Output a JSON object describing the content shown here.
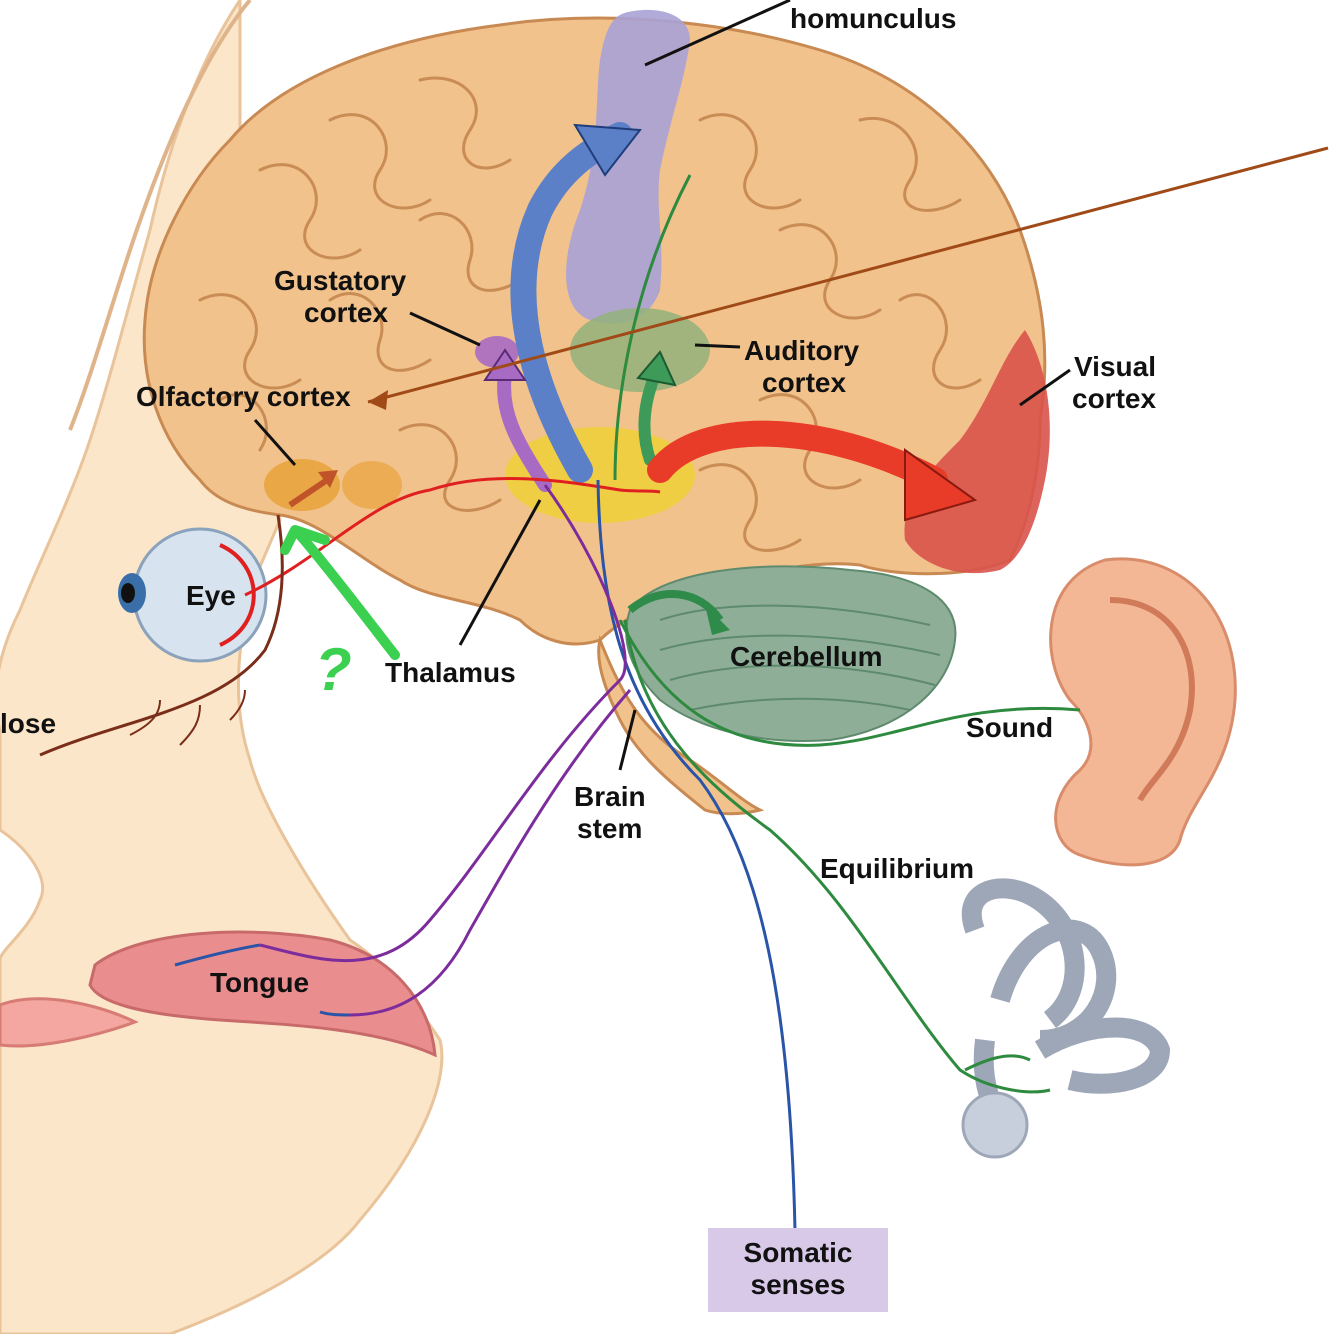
{
  "labels": {
    "homunculus": "homunculus",
    "gustatory_1": "Gustatory",
    "gustatory_2": "cortex",
    "olfactory": "Olfactory cortex",
    "auditory_1": "Auditory",
    "auditory_2": "cortex",
    "visual_1": "Visual",
    "visual_2": "cortex",
    "eye": "Eye",
    "thalamus": "Thalamus",
    "nose": "lose",
    "cerebellum": "Cerebellum",
    "sound": "Sound",
    "brain_1": "Brain",
    "brain_2": "stem",
    "equilibrium": "Equilibrium",
    "tongue": "Tongue",
    "somatic_1": "Somatic",
    "somatic_2": "senses"
  },
  "annotation": {
    "handwritten_mark": "?"
  },
  "colors": {
    "brain": "#f2c28c",
    "skin": "#fbe6c9",
    "somatosensory": "#a9a2d6",
    "auditory": "#93b27a",
    "visual": "#d9534a",
    "olfactory": "#e8a23a",
    "thalamus": "#f0cf3c",
    "cerebellum": "#8fae98",
    "somatic_box": "#d8c9e8",
    "pathway_blue": "#2a54a8",
    "pathway_green": "#2d8a3e",
    "pathway_purple": "#7d2c9c",
    "pathway_red": "#e02020",
    "nose_line": "#7a2e1a",
    "pen_annotation": "#a04a18",
    "handwriting": "#3cd050"
  }
}
